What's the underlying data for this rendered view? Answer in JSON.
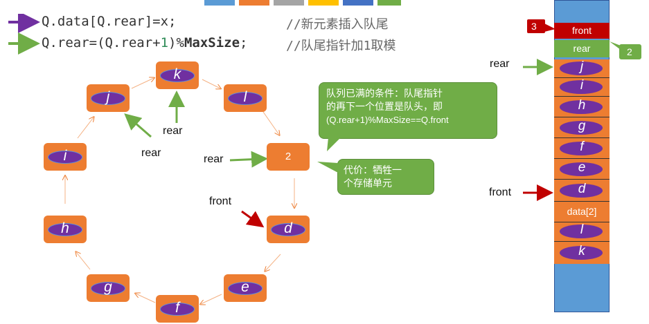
{
  "code": {
    "line1_code": "Q.data[Q.rear]=x;",
    "line1_comment": "//新元素插入队尾",
    "line2_prefix": "Q.rear=(Q.rear+",
    "line2_num": "1",
    "line2_mid": ")%",
    "line2_kw": "MaxSize",
    "line2_end": ";",
    "line2_comment": "//队尾指针加1取模"
  },
  "ring": {
    "nodes": [
      "k",
      "l",
      "2",
      "d",
      "e",
      "f",
      "g",
      "h",
      "i",
      "j"
    ],
    "labels": {
      "rear_top": "rear",
      "rear_left": "rear",
      "rear_mid": "rear",
      "front": "front"
    }
  },
  "callouts": {
    "full_condition": [
      "队列已满的条件：队尾指针",
      "的再下一个位置是队头，即",
      "(Q.rear+1)%MaxSize==Q.front"
    ],
    "cost": [
      "代价：牺牲一",
      "个存储单元"
    ]
  },
  "array": {
    "front_header": "front",
    "front_value": "3",
    "rear_header": "rear",
    "rear_value": "2",
    "rear_label": "rear",
    "front_label": "front",
    "cells": [
      "j",
      "i",
      "h",
      "g",
      "f",
      "e",
      "d",
      "data[2]",
      "l",
      "k"
    ]
  },
  "colors": {
    "node_orange": "#ed7d31",
    "ellipse_purple": "#7030a0",
    "green": "#70ad47",
    "red": "#c00000",
    "blue": "#5b9bd5"
  }
}
